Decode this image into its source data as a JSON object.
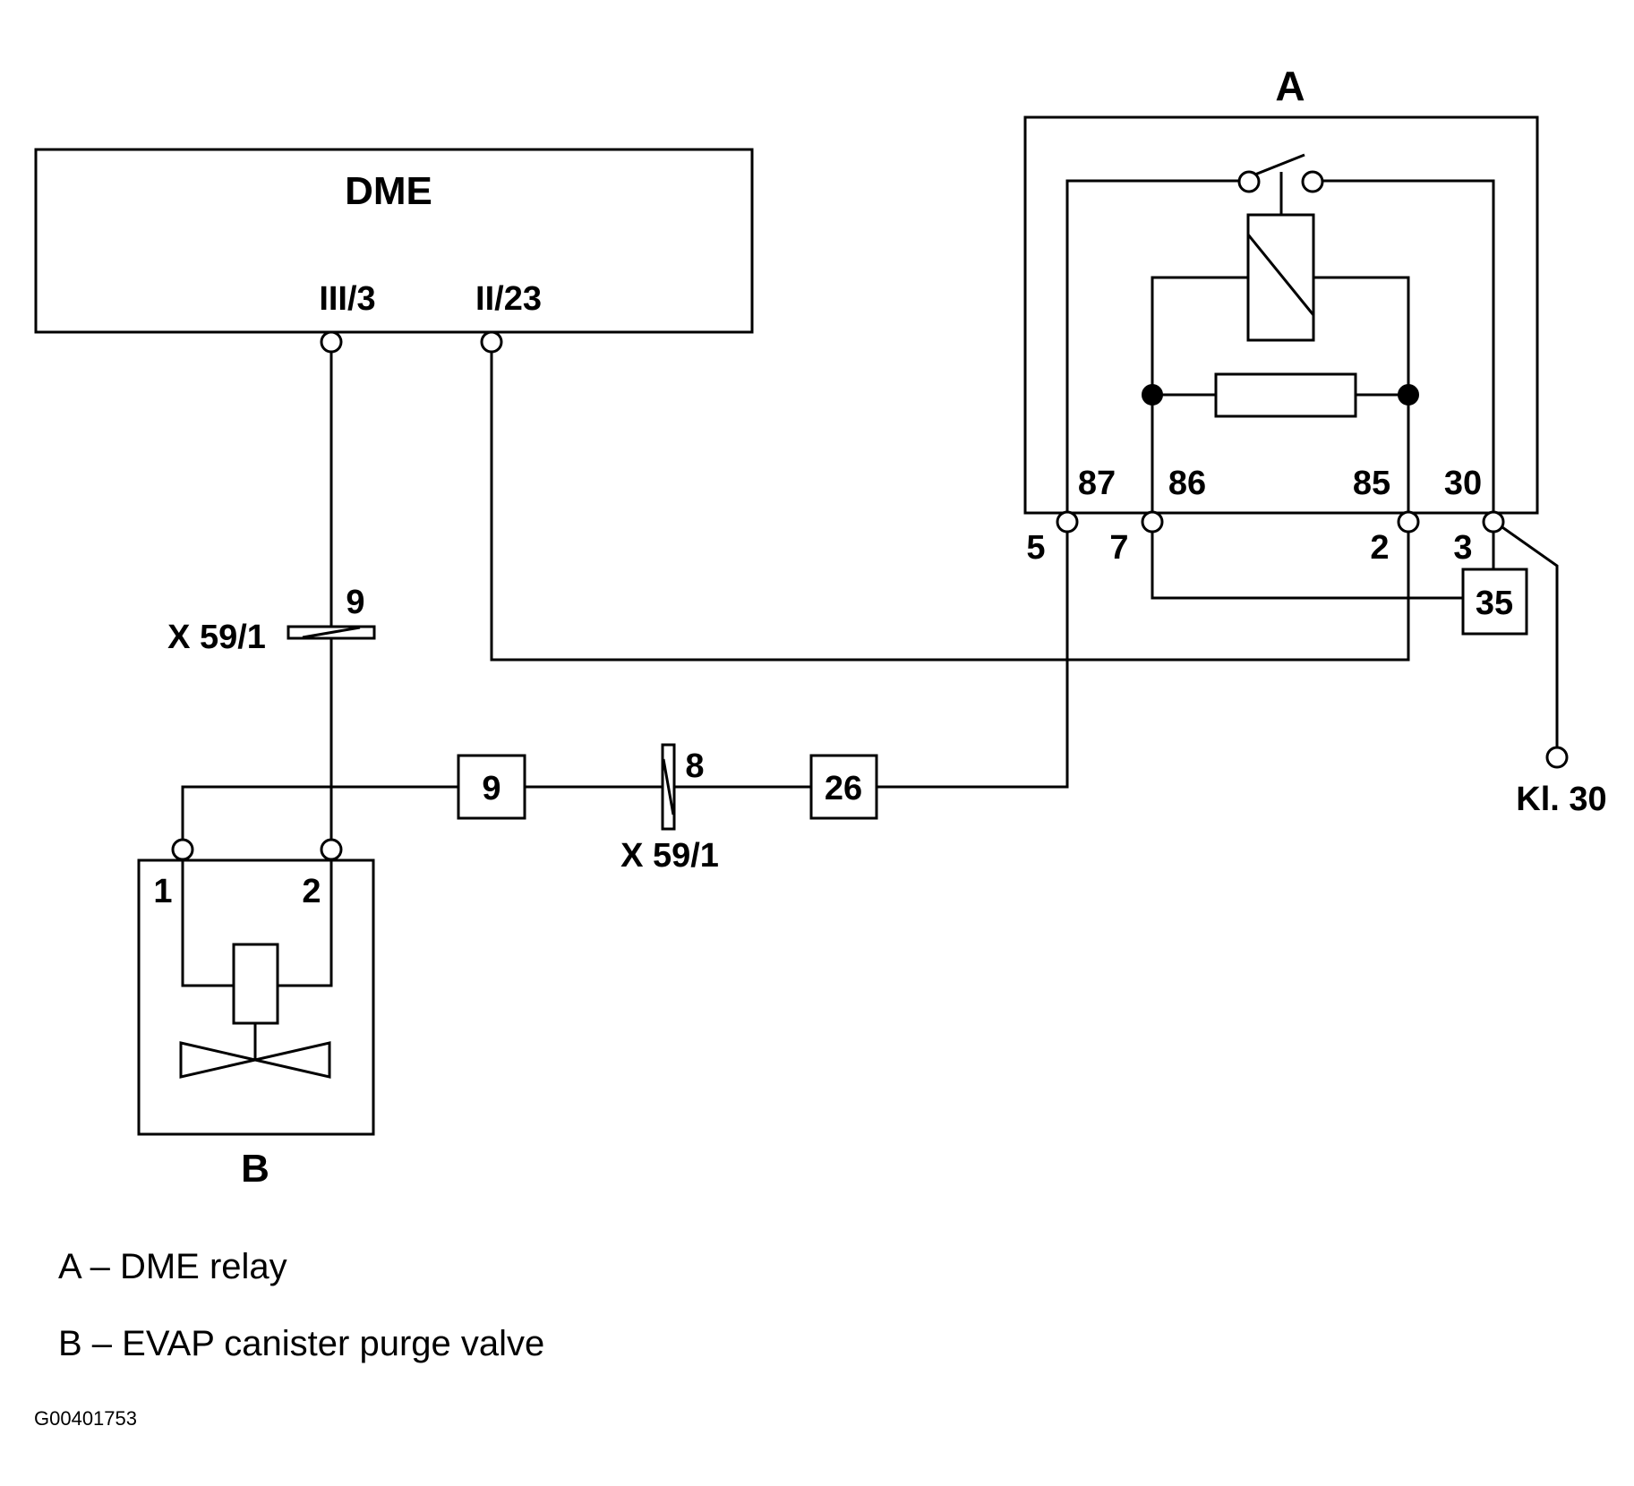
{
  "dme": {
    "title": "DME",
    "pin_iii3": "III/3",
    "pin_ii23": "II/23"
  },
  "relay": {
    "letter": "A",
    "pin_87": "87",
    "pin_86": "86",
    "pin_85": "85",
    "pin_30": "30",
    "term_5": "5",
    "term_7": "7",
    "term_2": "2",
    "term_3": "3"
  },
  "valve": {
    "letter": "B",
    "pin_1": "1",
    "pin_2": "2"
  },
  "connectors": {
    "upper_name": "X 59/1",
    "upper_pin": "9",
    "lower_name": "X 59/1",
    "lower_pin": "8"
  },
  "splices": {
    "s9": "9",
    "s26": "26",
    "s35": "35"
  },
  "power": {
    "kl30": "Kl. 30"
  },
  "legend": {
    "a": "A – DME relay",
    "b": "B – EVAP canister purge valve"
  },
  "figure_code": "G00401753"
}
